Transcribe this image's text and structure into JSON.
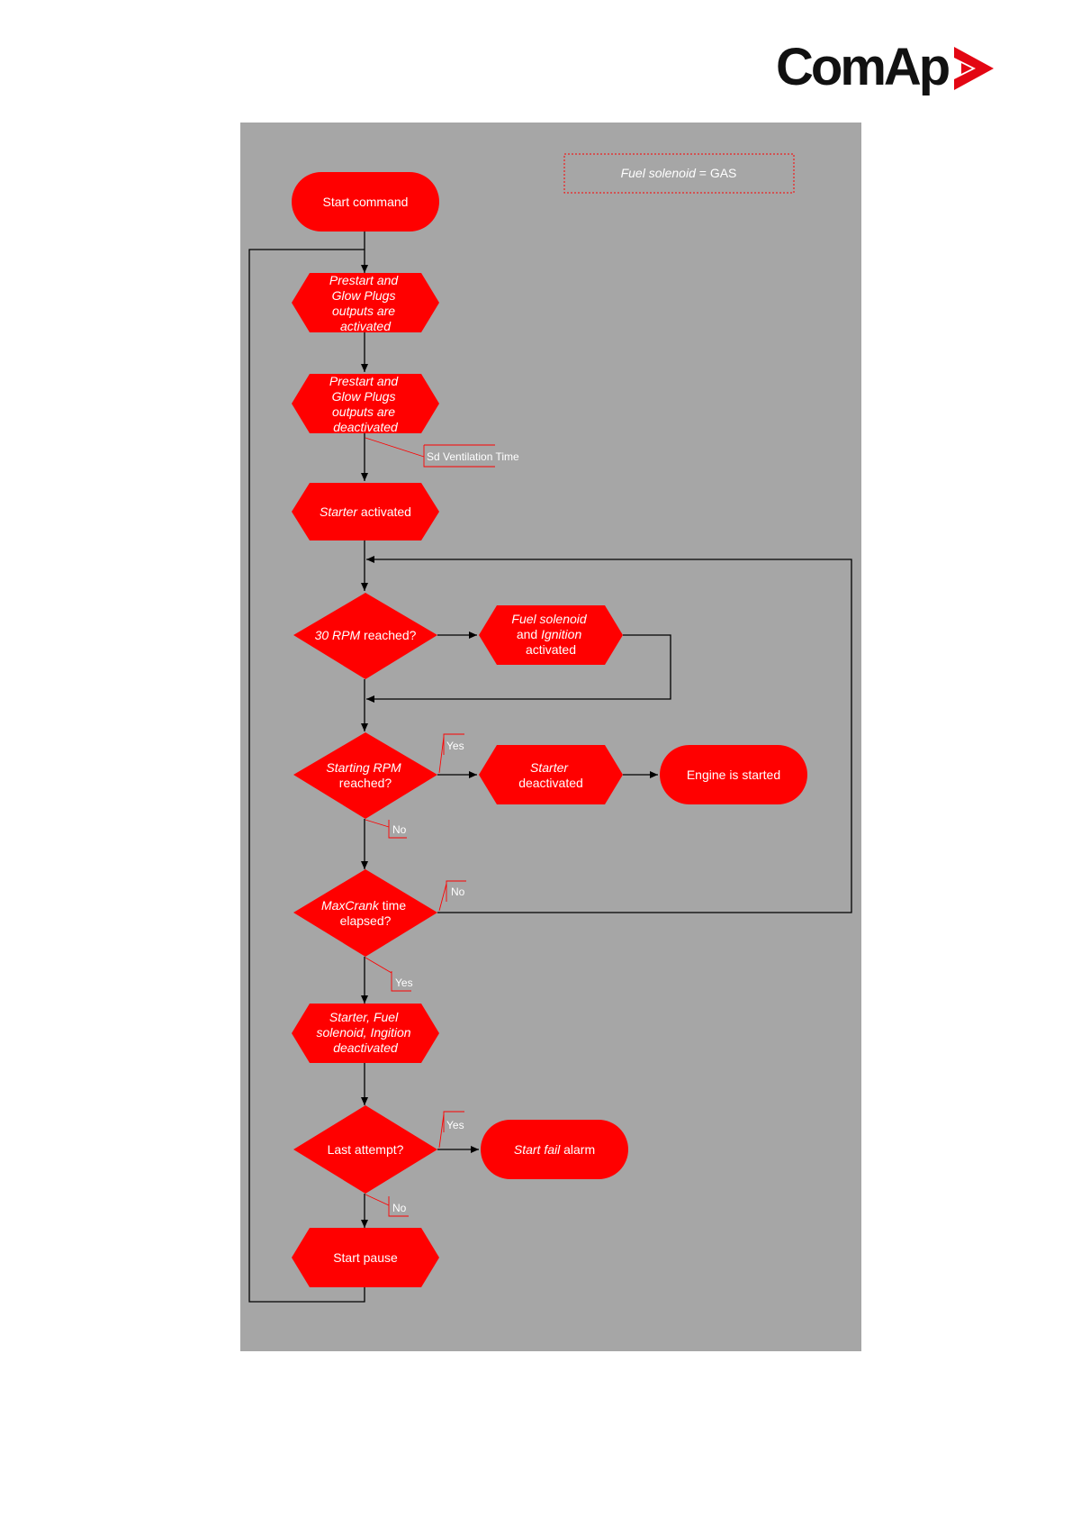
{
  "logo": {
    "text": "ComAp",
    "mark_icon": "play-triangle-icon",
    "accent": "#e30613"
  },
  "colors": {
    "panel": "#a6a6a6",
    "node": "#ff0000",
    "text": "#ffffff",
    "flow_line": "#000000",
    "label_line": "#ff0000"
  },
  "legend": {
    "prefix": "Fuel solenoid",
    "suffix": " = GAS"
  },
  "nodes": {
    "start": {
      "lines": [
        "Start command"
      ]
    },
    "prestart_on": {
      "lines": [
        "Prestart and",
        "Glow Plugs",
        "outputs are",
        "activated"
      ]
    },
    "prestart_off": {
      "lines": [
        "Prestart and",
        "Glow Plugs",
        "outputs are",
        "deactivated"
      ]
    },
    "starter_on": {
      "lines": [
        "Starter activated"
      ]
    },
    "rpm30": {
      "lines": [
        "30 RPM reached?"
      ]
    },
    "fuel_ign": {
      "lines": [
        "Fuel solenoid",
        "and Ignition",
        "activated"
      ]
    },
    "start_rpm": {
      "lines": [
        "Starting RPM",
        "reached?"
      ]
    },
    "starter_off": {
      "lines": [
        "Starter",
        "deactivated"
      ]
    },
    "engine_started": {
      "lines": [
        "Engine is started"
      ]
    },
    "maxcrank": {
      "lines": [
        "MaxCrank time",
        "elapsed?"
      ]
    },
    "all_off": {
      "lines": [
        "Starter,  Fuel",
        "solenoid, Ingition",
        "deactivated"
      ]
    },
    "last_attempt": {
      "lines": [
        "Last attempt?"
      ]
    },
    "fail_alarm": {
      "lines": [
        "Start fail alarm"
      ]
    },
    "start_pause": {
      "lines": [
        "Start pause"
      ]
    }
  },
  "labels": {
    "ventilation": "Sd Ventilation Time",
    "yes_start_rpm": "Yes",
    "no_start_rpm": "No",
    "no_maxcrank": "No",
    "yes_maxcrank": "Yes",
    "yes_last": "Yes",
    "no_last": "No"
  }
}
